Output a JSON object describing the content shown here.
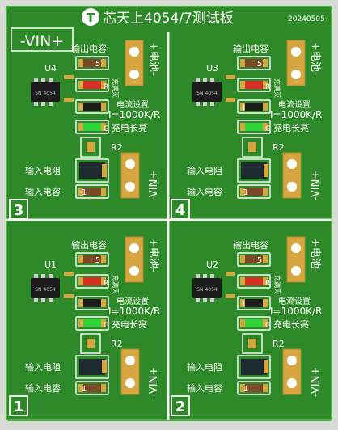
{
  "board": {
    "logo_text": "T",
    "title": "芯天上4054/7测试板",
    "date": "20240505",
    "vin_top_label": "-VIN+",
    "colors": {
      "pcb": "#2f8f2a",
      "pcb_light": "#3aa032",
      "silkscreen": "#ffffff",
      "copper": "#d8a640",
      "background": "#d8dad6"
    }
  },
  "modules": [
    {
      "number": "3",
      "chip_label": "U4",
      "chip_marking": "SN 4054",
      "labels": {
        "output_cap": "输出电容",
        "charged_light": "充满灭",
        "current_setting": "电流设置",
        "formula": "I=1000K/R",
        "charging_light": "充电长亮",
        "r2": "R2",
        "input_resistor": "输入电阻",
        "input_cap": "输入电容",
        "battery": "+电池-",
        "vin": "-VIN+",
        "led_r": "R",
        "led_g": "G",
        "pad_i": "I",
        "pad_a": "1",
        "pad_b": "5"
      }
    },
    {
      "number": "4",
      "chip_label": "U3",
      "chip_marking": "SN 4054",
      "labels": {
        "output_cap": "输出电容",
        "charged_light": "充满灭",
        "current_setting": "电流设置",
        "formula": "I=1000K/R",
        "charging_light": "充电长亮",
        "r2": "R2",
        "input_resistor": "输入电阻",
        "input_cap": "输入电容",
        "battery": "+电池-",
        "vin": "-VIN+",
        "led_r": "R",
        "led_g": "G",
        "pad_i": "I",
        "pad_a": "1",
        "pad_b": "5"
      }
    },
    {
      "number": "1",
      "chip_label": "U1",
      "chip_marking": "SN 4054",
      "labels": {
        "output_cap": "输出电容",
        "charged_light": "充满灭",
        "current_setting": "电流设置",
        "formula": "I=1000K/R",
        "charging_light": "充电长亮",
        "r2": "R2",
        "input_resistor": "输入电阻",
        "input_cap": "输入电容",
        "battery": "+电池-",
        "vin": "-VIN+",
        "led_r": "R",
        "led_g": "G",
        "pad_i": "I",
        "pad_a": "1",
        "pad_b": "5"
      }
    },
    {
      "number": "2",
      "chip_label": "U2",
      "chip_marking": "SN 4054",
      "labels": {
        "output_cap": "输出电容",
        "charged_light": "充满灭",
        "current_setting": "电流设置",
        "formula": "I=1000K/R",
        "charging_light": "充电长亮",
        "r2": "R2",
        "input_resistor": "输入电阻",
        "input_cap": "输入电容",
        "battery": "+电池-",
        "vin": "-VIN+",
        "led_r": "R",
        "led_g": "G",
        "pad_i": "I",
        "pad_a": "1",
        "pad_b": "5"
      }
    }
  ]
}
